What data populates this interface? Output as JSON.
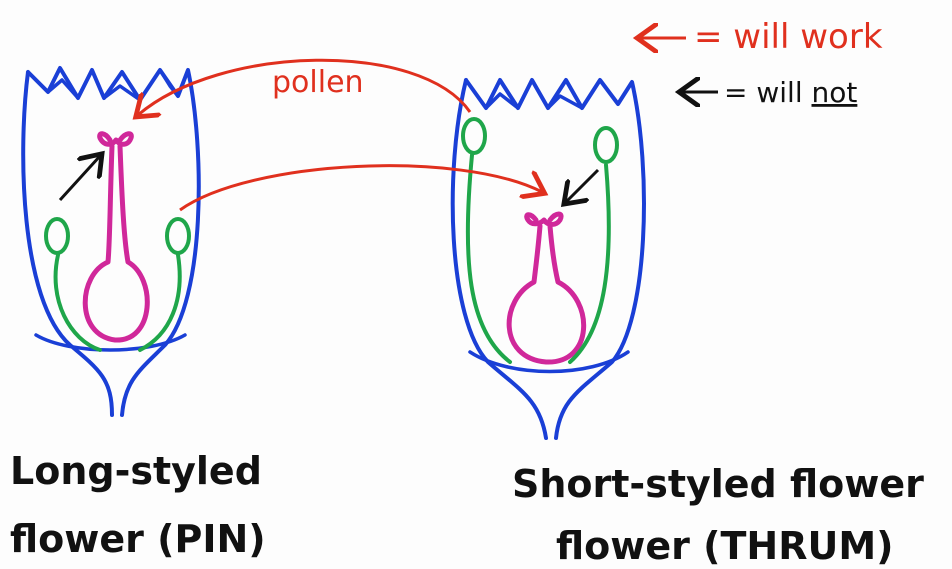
{
  "legend": {
    "work_label": "= will work",
    "not_label_prefix": "= will ",
    "not_label_emph": "not"
  },
  "arrow_label": "pollen",
  "captions": {
    "left_line1": "Long-styled",
    "left_line2": "flower (PIN)",
    "right_line1": "Short-styled flower",
    "right_line2": "flower (THRUM)"
  },
  "colors": {
    "outline": "#1a3fd6",
    "style": "#d0289a",
    "stamen": "#1fa64a",
    "works": "#e0301e",
    "not": "#111111"
  }
}
